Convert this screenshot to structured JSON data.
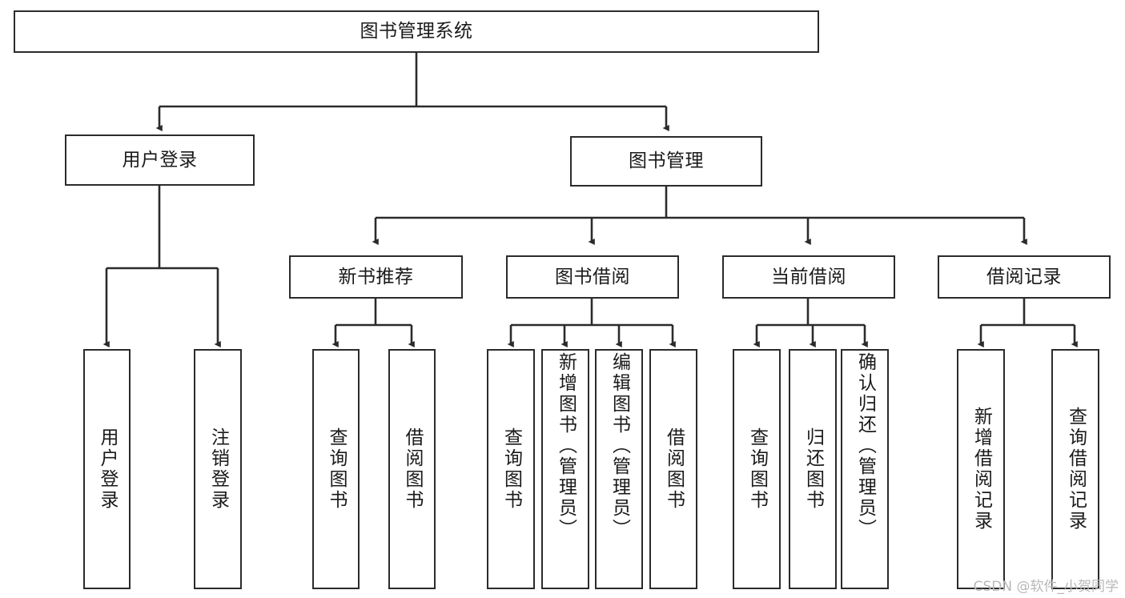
{
  "diagram": {
    "title": "图书管理系统",
    "type": "tree-hierarchy-chart",
    "root": {
      "label": "图书管理系统"
    },
    "level2": [
      {
        "label": "用户登录"
      },
      {
        "label": "图书管理"
      }
    ],
    "level3": [
      {
        "label": "新书推荐"
      },
      {
        "label": "图书借阅"
      },
      {
        "label": "当前借阅"
      },
      {
        "label": "借阅记录"
      }
    ],
    "leaves_user_login": [
      {
        "label": "用户登录"
      },
      {
        "label": "注销登录"
      }
    ],
    "leaves_new_book": [
      {
        "label": "查询图书"
      },
      {
        "label": "借阅图书"
      }
    ],
    "leaves_borrow": [
      {
        "label": "查询图书"
      },
      {
        "label": "新增图书（管理员）"
      },
      {
        "label": "编辑图书（管理员）"
      },
      {
        "label": "借阅图书"
      }
    ],
    "leaves_current": [
      {
        "label": "查询图书"
      },
      {
        "label": "归还图书"
      },
      {
        "label": "确认归还（管理员）"
      }
    ],
    "leaves_record": [
      {
        "label": "新增借阅记录"
      },
      {
        "label": "查询借阅记录"
      }
    ]
  },
  "watermark": {
    "text": "CSDN @软件_小贺同学"
  },
  "colors": {
    "stroke": "#2b2b2b",
    "fill": "#ffffff",
    "text": "#1a1a1a",
    "watermark": "#b8b8b8"
  }
}
